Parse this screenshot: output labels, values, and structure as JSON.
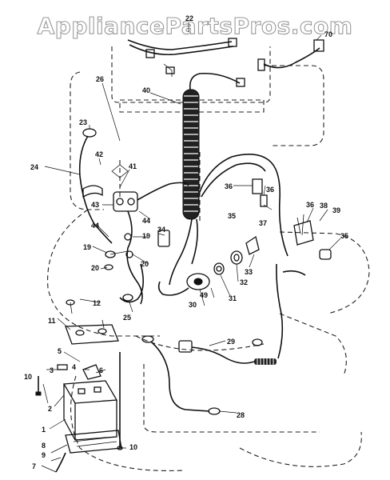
{
  "watermark": "AppliancePartsPros.com",
  "callouts": {
    "c22": "22",
    "c70": "70",
    "c26": "26",
    "c40": "40",
    "c23": "23",
    "c42": "42",
    "c24": "24",
    "c41": "41",
    "c43": "43",
    "c44a": "44",
    "c44b": "44",
    "c36a": "36",
    "c36b": "36",
    "c35a": "35",
    "c37": "37",
    "c36c": "36",
    "c38": "38",
    "c39": "39",
    "c35b": "35",
    "c19a": "19",
    "c19b": "19",
    "c34": "34",
    "c20a": "20",
    "c20b": "20",
    "c33": "33",
    "c32": "32",
    "c49": "49",
    "c31": "31",
    "c30": "30",
    "c12": "12",
    "c25": "25",
    "c11": "11",
    "c29": "29",
    "c5": "5",
    "c3": "3",
    "c4": "4",
    "c6": "6",
    "c10a": "10",
    "c2": "2",
    "c1": "1",
    "c28": "28",
    "c8": "8",
    "c10b": "10",
    "c9": "9",
    "c7": "7"
  }
}
